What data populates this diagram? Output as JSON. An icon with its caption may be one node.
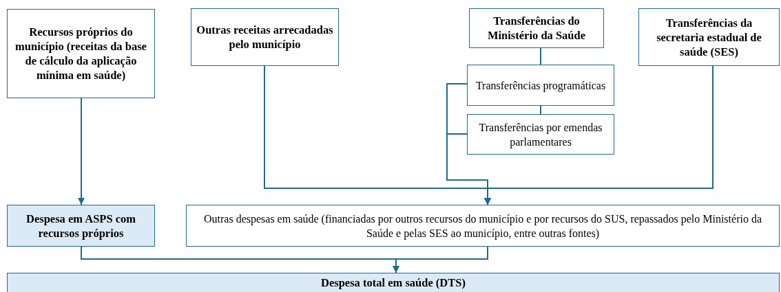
{
  "diagram": {
    "nodes": [
      {
        "text": [
          "Recursos próprios do município (receitas da base de cálculo da aplicação mínima em saúde)"
        ]
      },
      {
        "text": [
          "Outras receitas arrecadadas pelo município"
        ]
      },
      {
        "text": [
          "Transferências do Ministério da Saúde"
        ]
      },
      {
        "text": [
          "Transferências programáticas"
        ]
      },
      {
        "text": [
          "Transferências por emendas parlamentares"
        ]
      },
      {
        "text": [
          "Transferências da secretaria estadual de saúde (SES)"
        ]
      },
      {
        "text": [
          "Despesa em ASPS com recursos próprios"
        ]
      },
      {
        "text": [
          "Outras despesas em saúde (financiadas por outros recursos do município e por recursos do SUS, repassados pelo Ministério da Saúde e pelas SES ao município, entre outras fontes)"
        ]
      },
      {
        "text": [
          "Despesa total em saúde (DTS)"
        ]
      }
    ],
    "edges": [
      {
        "from": 0,
        "to": 6,
        "arrow": "to"
      },
      {
        "from": 1,
        "to": 7,
        "arrow": "to"
      },
      {
        "from": 2,
        "to": 3,
        "arrow": "none"
      },
      {
        "from": 3,
        "to": 4,
        "arrow": "none"
      },
      {
        "from": 3,
        "to": 7,
        "arrow": "to"
      },
      {
        "from": 4,
        "to": 7,
        "arrow": "to"
      },
      {
        "from": 5,
        "to": 7,
        "arrow": "to"
      },
      {
        "from": 6,
        "to": 8,
        "arrow": "to"
      },
      {
        "from": 7,
        "to": 8,
        "arrow": "to"
      }
    ]
  }
}
